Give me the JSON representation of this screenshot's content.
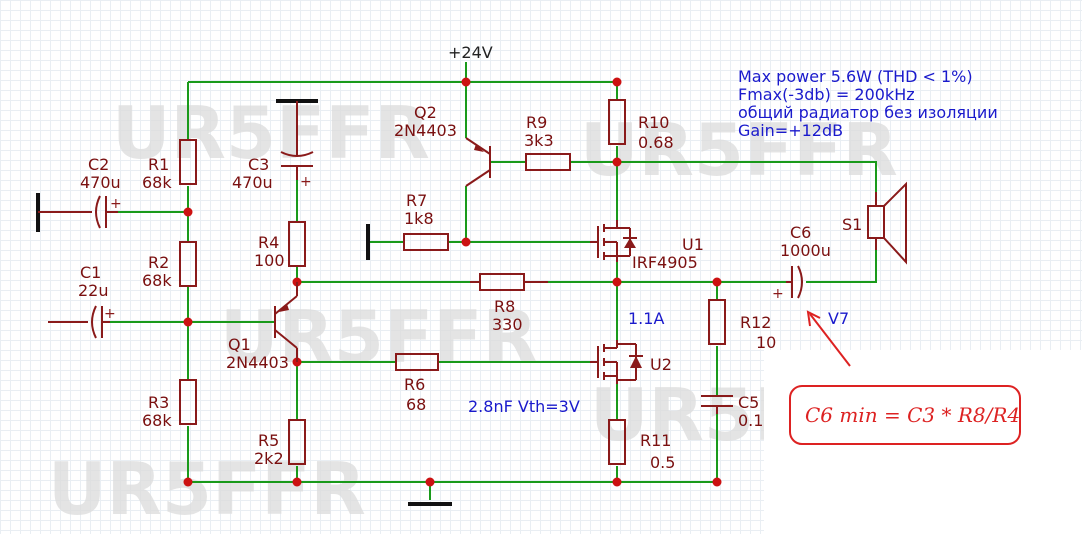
{
  "watermark": "UR5FFR",
  "supply": "+24V",
  "notes": {
    "line1": "Max power 5.6W (THD < 1%)",
    "line2": "Fmax(-3db) = 200kHz",
    "line3": "общий радиатор без изоляции",
    "line4": "Gain=+12dB"
  },
  "components": {
    "C2": {
      "ref": "C2",
      "value": "470u"
    },
    "R1": {
      "ref": "R1",
      "value": "68k"
    },
    "C3": {
      "ref": "C3",
      "value": "470u"
    },
    "R2": {
      "ref": "R2",
      "value": "68k"
    },
    "C1": {
      "ref": "C1",
      "value": "22u"
    },
    "R3": {
      "ref": "R3",
      "value": "68k"
    },
    "R4": {
      "ref": "R4",
      "value": "100"
    },
    "Q1": {
      "ref": "Q1",
      "value": "2N4403"
    },
    "R5": {
      "ref": "R5",
      "value": "2k2"
    },
    "Q2": {
      "ref": "Q2",
      "value": "2N4403"
    },
    "R9": {
      "ref": "R9",
      "value": "3k3"
    },
    "R7": {
      "ref": "R7",
      "value": "1k8"
    },
    "R10": {
      "ref": "R10",
      "value": "0.68"
    },
    "U1": {
      "ref": "U1",
      "value": "IRF4905"
    },
    "R8": {
      "ref": "R8",
      "value": "330"
    },
    "R6": {
      "ref": "R6",
      "value": "68"
    },
    "U2": {
      "ref": "U2"
    },
    "R11": {
      "ref": "R11",
      "value": "0.5"
    },
    "R12": {
      "ref": "R12",
      "value": "10"
    },
    "C5": {
      "ref": "C5",
      "value": "0.1"
    },
    "C6": {
      "ref": "C6",
      "value": "1000u"
    },
    "S1": {
      "ref": "S1"
    },
    "V7": {
      "ref": "V7"
    }
  },
  "current_label": "1.1A",
  "gate_note": "2.8nF Vth=3V",
  "callout": "C6 min = C3 * R8/R4"
}
